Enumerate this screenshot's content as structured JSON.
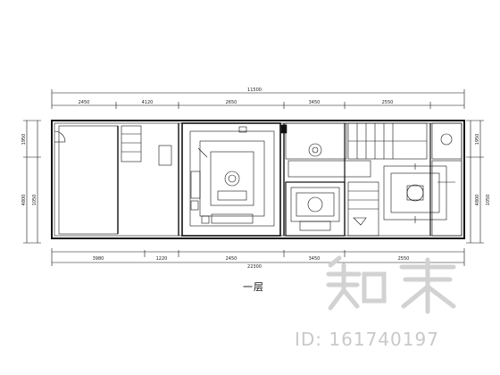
{
  "drawing": {
    "caption": "一层",
    "top_overall_dim": "11500",
    "top_segments": [
      "2450",
      "4120",
      "2650",
      "3450",
      "2550"
    ],
    "bottom_overall_dim": "22300",
    "bottom_segments": [
      "3980",
      "1220",
      "2450",
      "3450",
      "2550"
    ],
    "left_dims": [
      "1950",
      "4800",
      "1050"
    ],
    "right_dims": [
      "1950",
      "4800",
      "1050"
    ]
  },
  "watermark": {
    "brand": "知末",
    "id_label": "ID: 161740197"
  },
  "colors": {
    "line": "#111111",
    "watermark": "#c9c9c9"
  }
}
